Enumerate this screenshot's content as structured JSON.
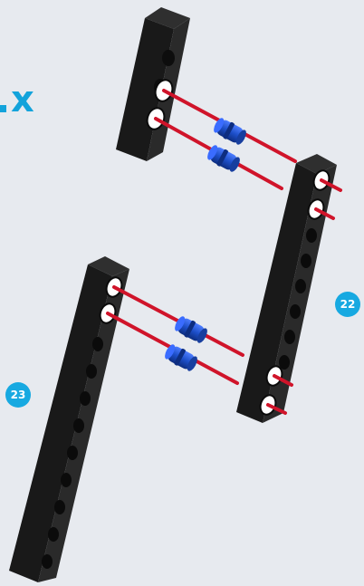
{
  "quantity": {
    "symbol": "x",
    "color": "#13a3db"
  },
  "step_badges": [
    {
      "label": "22",
      "color": "#17a9e1"
    },
    {
      "label": "23",
      "color": "#17a9e1"
    }
  ],
  "colors": {
    "background": "#e7eaef",
    "beam": "#1c1c1c",
    "beam_side": "#2c2c2c",
    "hole": "#ffffff",
    "axle_line": "#d0142a",
    "bushing": "#1d4fc9"
  },
  "parts": {
    "beams": [
      "beam-top",
      "beam-right",
      "beam-left"
    ],
    "bushings": 4,
    "assembly_lines": 8
  }
}
